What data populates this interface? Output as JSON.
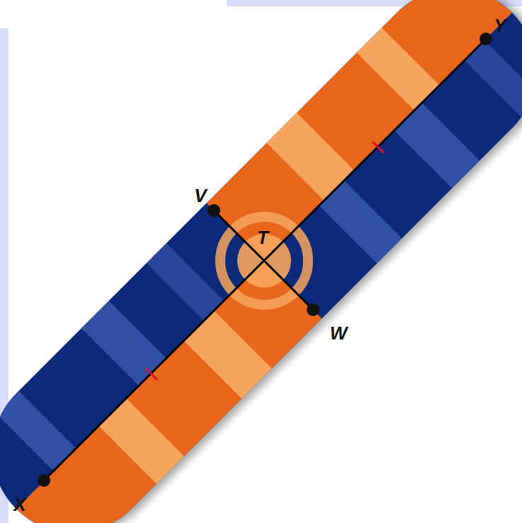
{
  "diagram": {
    "labels": [
      "Y",
      "V",
      "T",
      "W",
      "X"
    ]
  }
}
